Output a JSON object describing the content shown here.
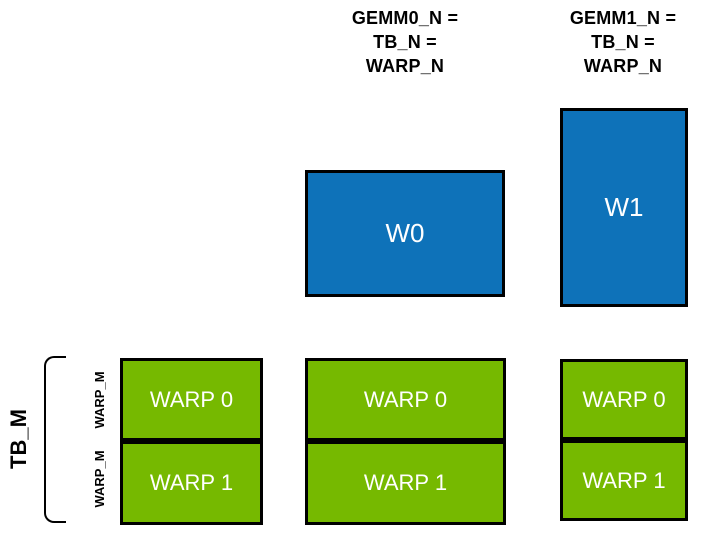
{
  "colors": {
    "nvidia-green": "#76B900",
    "tile-blue": "#0E72B9",
    "line-black": "#000000",
    "label-white": "#FFFFFF",
    "label-black": "#000000"
  },
  "headers": {
    "gemm0": "GEMM0_N =\nTB_N =\nWARP_N",
    "gemm1": "GEMM1_N =\nTB_N =\nWARP_N"
  },
  "blue_tiles": {
    "w0": "W0",
    "w1": "W1"
  },
  "warp_grid": {
    "columns": [
      {
        "cells": [
          "WARP 0",
          "WARP 1"
        ]
      },
      {
        "cells": [
          "WARP 0",
          "WARP 1"
        ]
      },
      {
        "cells": [
          "WARP 0",
          "WARP 1"
        ]
      }
    ]
  },
  "side_labels": {
    "tb_m": "TB_M",
    "warp_m_top": "WARP_M",
    "warp_m_bottom": "WARP_M"
  }
}
